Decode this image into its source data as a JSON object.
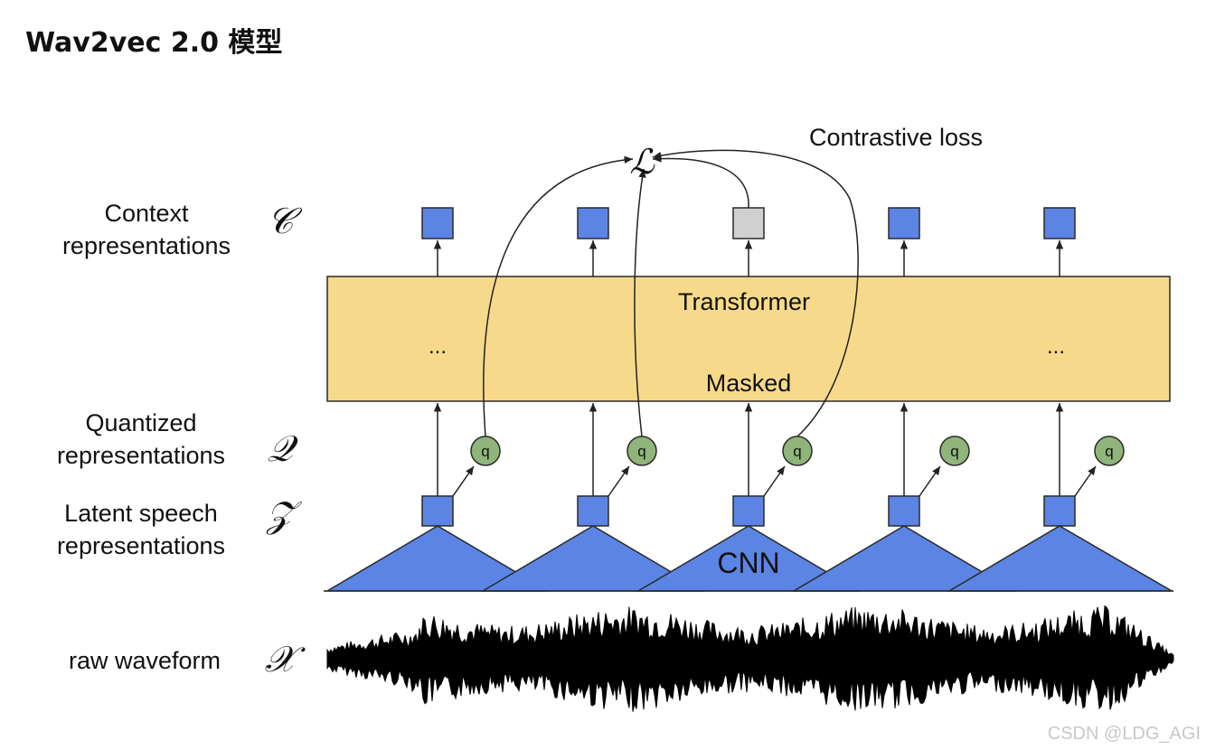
{
  "page": {
    "title": "Wav2vec 2.0 模型"
  },
  "diagram": {
    "loss_symbol": "ℒ",
    "loss_label": "Contrastive loss",
    "rows": {
      "context": {
        "label_line1": "Context",
        "label_line2": "representations",
        "symbol": "𝒞"
      },
      "quantized": {
        "label_line1": "Quantized",
        "label_line2": "representations",
        "symbol": "𝒬"
      },
      "latent": {
        "label_line1": "Latent speech",
        "label_line2": "representations",
        "symbol": "𝒵"
      },
      "raw": {
        "label": "raw waveform",
        "symbol": "𝒳"
      }
    },
    "transformer_label": "Transformer",
    "masked_label": "Masked",
    "ellipsis_left": "...",
    "ellipsis_right": "...",
    "cnn_label": "CNN",
    "quantizer_label": "q",
    "colors": {
      "transformer_fill": "#f7d98b",
      "block_blue": "#5b84e4",
      "masked_block": "#d0d0d0",
      "quantizer_fill": "#8fb57a",
      "waveform": "#000000"
    }
  },
  "watermark": "CSDN @LDG_AGI"
}
